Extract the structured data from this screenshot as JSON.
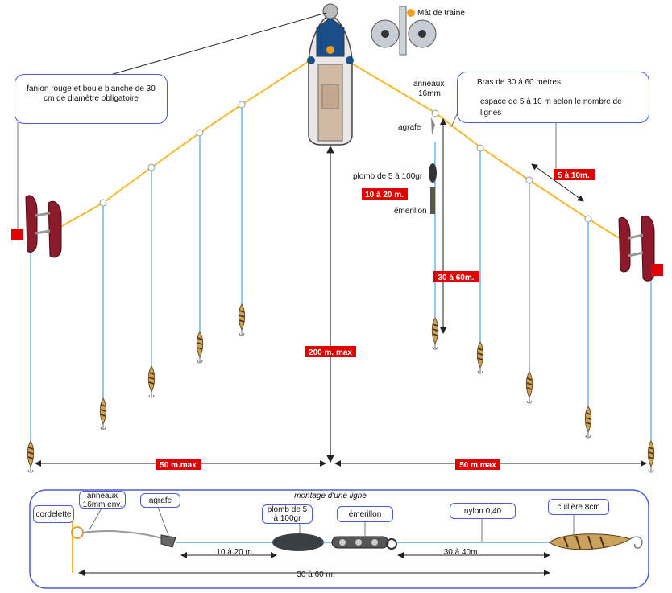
{
  "callouts": {
    "flag": "fanion rouge et boule blanche de 30 cm de diamètre obligatoire",
    "arms_line1": "Bras de 30 à 60 mètres",
    "arms_line2": "espace de 5 à 10 m selon le nombre de lignes"
  },
  "labels": {
    "mast": "Mât de traîne",
    "rings": "anneaux",
    "rings_size": "16mm",
    "snap": "agrafe",
    "sinker": "plomb de 5  à 100gr",
    "swivel": "émerillon"
  },
  "measures": {
    "sinker_gap": "10 à 20 m.",
    "line_len": "30 à 60m.",
    "spacing": "5 à 10m.",
    "max_depth": "200 m. max",
    "left_span": "50 m.max",
    "right_span": "50 m.max"
  },
  "rig": {
    "title": "montage d'une ligne",
    "cord": "cordelette",
    "rings1": "anneaux",
    "rings2": "16mm env.",
    "snap": "agrafe",
    "sinker1": "plomb de 5",
    "sinker2": "à 100gr",
    "swivel": "émerillon",
    "nylon": "nylon 0,40",
    "spoon": "cuillère 8cm",
    "dim1": "10 à 20 m.",
    "dim2": "30 à 40m.",
    "dim3": "30 à 60 m,"
  },
  "colors": {
    "arm": "#f5b92e",
    "fishing_line": "#5aa8e6",
    "border": "#4b5bd6",
    "badge": "#e00000"
  }
}
